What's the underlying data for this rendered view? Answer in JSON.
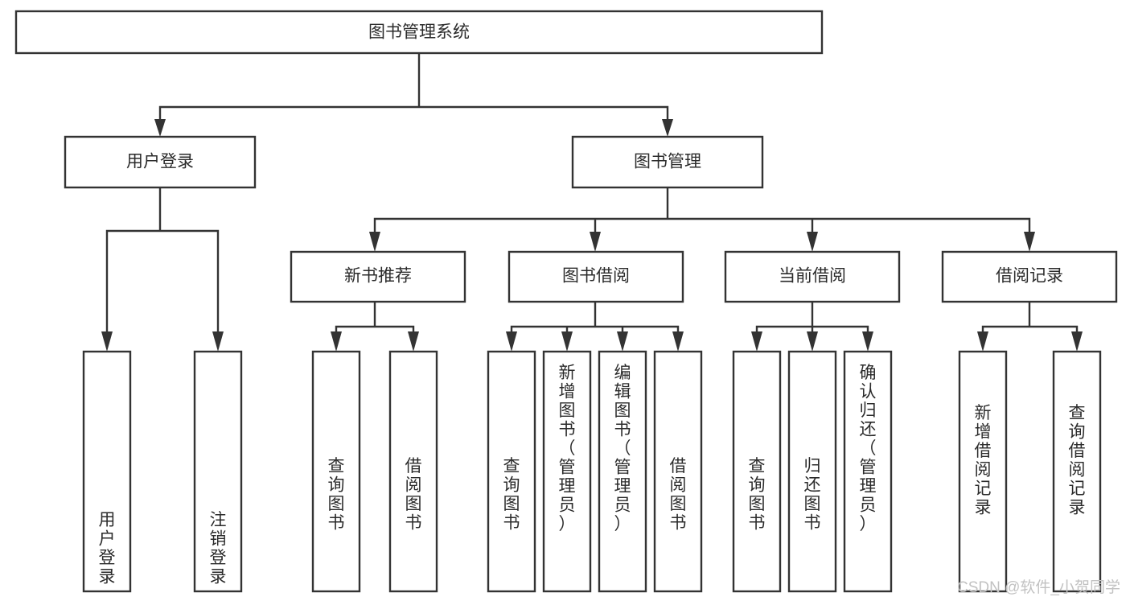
{
  "diagram": {
    "title": "图书管理系统",
    "type": "tree-hierarchy",
    "root": {
      "id": "root",
      "label": "图书管理系统"
    },
    "level2": [
      {
        "id": "user-login",
        "label": "用户登录"
      },
      {
        "id": "book-manage",
        "label": "图书管理"
      }
    ],
    "level3": [
      {
        "id": "new-book-rec",
        "label": "新书推荐",
        "parent": "book-manage"
      },
      {
        "id": "book-borrow",
        "label": "图书借阅",
        "parent": "book-manage"
      },
      {
        "id": "current-borrow",
        "label": "当前借阅",
        "parent": "book-manage"
      },
      {
        "id": "borrow-record",
        "label": "借阅记录",
        "parent": "book-manage"
      }
    ],
    "leaves": [
      {
        "id": "leaf-user-login",
        "label": "用户登录",
        "parent": "user-login",
        "align": "bottom"
      },
      {
        "id": "leaf-logout-login",
        "label": "注销登录",
        "parent": "user-login",
        "align": "bottom"
      },
      {
        "id": "leaf-query-book-1",
        "label": "查询图书",
        "parent": "new-book-rec",
        "align": "middle"
      },
      {
        "id": "leaf-borrow-book-1",
        "label": "借阅图书",
        "parent": "new-book-rec",
        "align": "middle"
      },
      {
        "id": "leaf-query-book-2",
        "label": "查询图书",
        "parent": "book-borrow",
        "align": "middle"
      },
      {
        "id": "leaf-add-book-admin",
        "label": "新增图书（管理员）",
        "parent": "book-borrow",
        "align": "top"
      },
      {
        "id": "leaf-edit-book-admin",
        "label": "编辑图书（管理员）",
        "parent": "book-borrow",
        "align": "top"
      },
      {
        "id": "leaf-borrow-book-2",
        "label": "借阅图书",
        "parent": "book-borrow",
        "align": "middle"
      },
      {
        "id": "leaf-query-book-3",
        "label": "查询图书",
        "parent": "current-borrow",
        "align": "middle"
      },
      {
        "id": "leaf-return-book",
        "label": "归还图书",
        "parent": "current-borrow",
        "align": "middle"
      },
      {
        "id": "leaf-confirm-return-admin",
        "label": "确认归还（管理员）",
        "parent": "current-borrow",
        "align": "top"
      },
      {
        "id": "leaf-add-borrow-record",
        "label": "新增借阅记录",
        "parent": "borrow-record",
        "align": "middle"
      },
      {
        "id": "leaf-query-borrow-record",
        "label": "查询借阅记录",
        "parent": "borrow-record",
        "align": "middle"
      }
    ],
    "colors": {
      "box_stroke": "#333333",
      "box_fill": "#ffffff",
      "text": "#2b2b2b",
      "connector": "#333333",
      "background": "#ffffff",
      "watermark": "#c2c2c2"
    }
  },
  "watermark": {
    "text": "CSDN @软件_小贺同学"
  }
}
